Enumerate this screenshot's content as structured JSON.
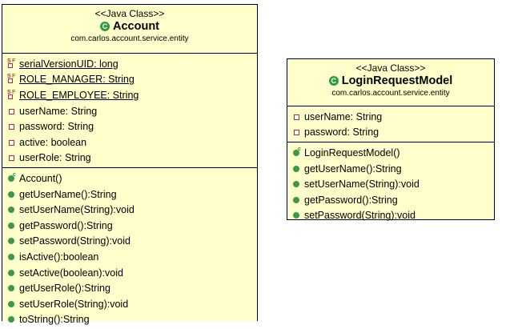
{
  "classes": [
    {
      "stereotype": "<<Java Class>>",
      "name": "Account",
      "package": "com.carlos.account.service.entity",
      "static_fields": [
        "serialVersionUID: long",
        "ROLE_MANAGER: String",
        "ROLE_EMPLOYEE: String"
      ],
      "fields": [
        "userName: String",
        "password: String",
        "active: boolean",
        "userRole: String"
      ],
      "constructor": "Account()",
      "methods": [
        "getUserName():String",
        "setUserName(String):void",
        "getPassword():String",
        "setPassword(String):void",
        "isActive():boolean",
        "setActive(boolean):void",
        "getUserRole():String",
        "setUserRole(String):void",
        "toString():String"
      ]
    },
    {
      "stereotype": "<<Java Class>>",
      "name": "LoginRequestModel",
      "package": "com.carlos.account.service.entity",
      "fields": [
        "userName: String",
        "password: String"
      ],
      "constructor": "LoginRequestModel()",
      "methods": [
        "getUserName():String",
        "setUserName(String):void",
        "getPassword():String",
        "setPassword(String):void"
      ]
    }
  ],
  "icons": {
    "class": "class-icon",
    "static_field": "static-final-field-icon",
    "private_field": "private-field-icon",
    "constructor": "constructor-icon",
    "public_method": "public-method-icon"
  },
  "colors": {
    "class_fill": "#ffffcc",
    "private_icon": "#c1272d",
    "public_icon": "#3b9a4a"
  }
}
